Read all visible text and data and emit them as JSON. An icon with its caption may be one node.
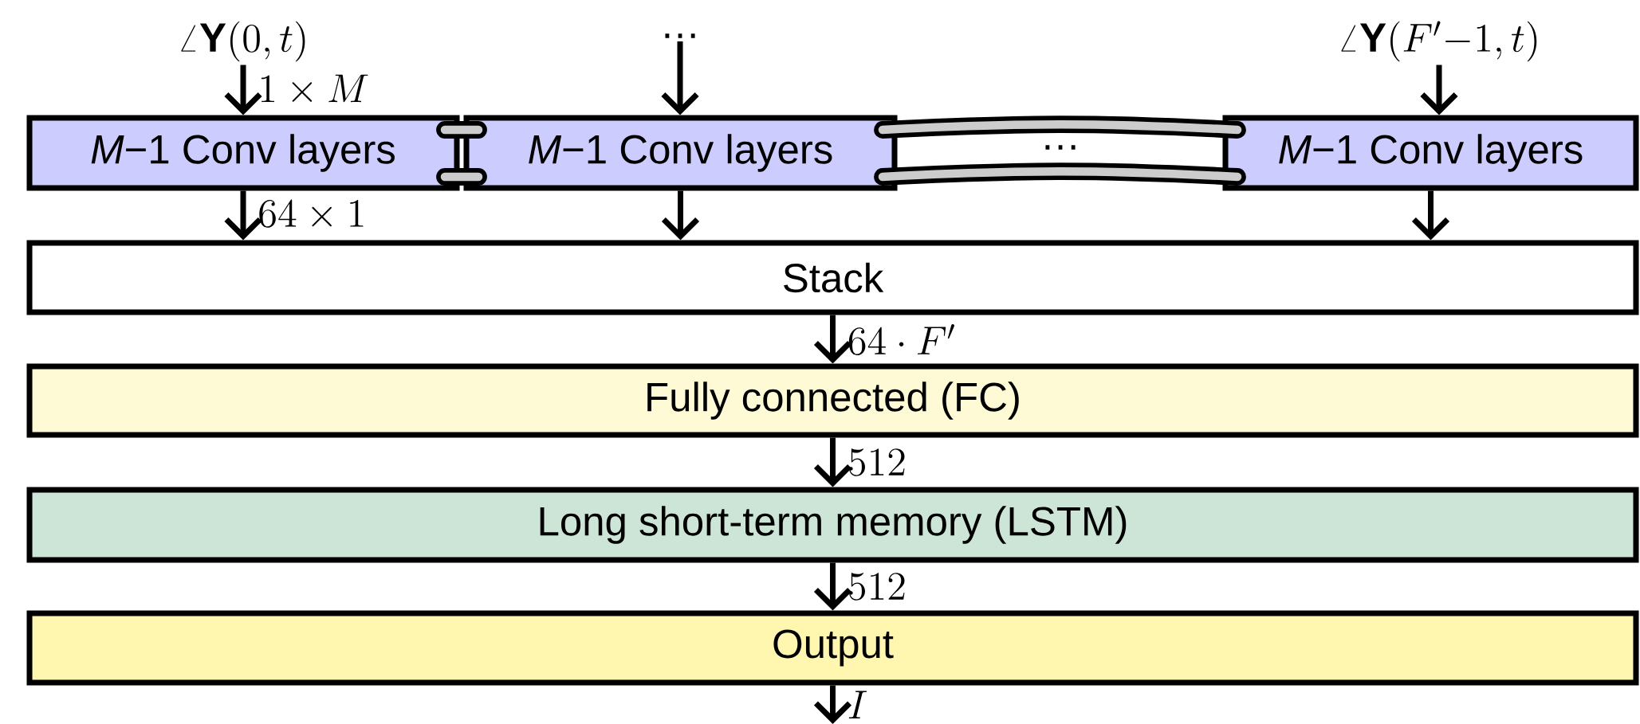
{
  "diagram": {
    "nodes": [
      {
        "text": [
          "\\angle\\mathbf{Y}(0,t)"
        ]
      },
      {
        "text": [
          "…"
        ]
      },
      {
        "text": [
          "\\angle\\mathbf{Y}(F'{-}1,t)"
        ]
      },
      {
        "text": [
          "*M*−1 Conv layers"
        ]
      },
      {
        "text": [
          "*M*−1 Conv layers"
        ]
      },
      {
        "text": [
          "*M*−1 Conv layers"
        ]
      },
      {
        "text": [
          "Stack"
        ]
      },
      {
        "text": [
          "Fully connected (FC)"
        ]
      },
      {
        "text": [
          "Long short-term memory (LSTM)"
        ]
      },
      {
        "text": [
          "Output"
        ]
      }
    ],
    "edges": [
      {
        "from": 0,
        "to": 3,
        "arrow": "to",
        "label": "1\\times M"
      },
      {
        "from": 1,
        "to": 4,
        "arrow": "to"
      },
      {
        "from": 2,
        "to": 5,
        "arrow": "to"
      },
      {
        "from": 3,
        "to": 4,
        "arrow": "none",
        "style": "thick"
      },
      {
        "from": 4,
        "to": 5,
        "arrow": "none",
        "style": "thick"
      },
      {
        "from": 3,
        "to": 6,
        "arrow": "to",
        "label": "64\\times 1"
      },
      {
        "from": 4,
        "to": 6,
        "arrow": "to"
      },
      {
        "from": 5,
        "to": 6,
        "arrow": "to"
      },
      {
        "from": 6,
        "to": 7,
        "arrow": "to",
        "label": "64\\cdot F'"
      },
      {
        "from": 7,
        "to": 8,
        "arrow": "to",
        "label": "512"
      },
      {
        "from": 8,
        "to": 9,
        "arrow": "to",
        "label": "512"
      },
      {
        "from": 9,
        "to": null,
        "arrow": "to",
        "label": "I"
      }
    ],
    "labels": [
      "…"
    ]
  }
}
